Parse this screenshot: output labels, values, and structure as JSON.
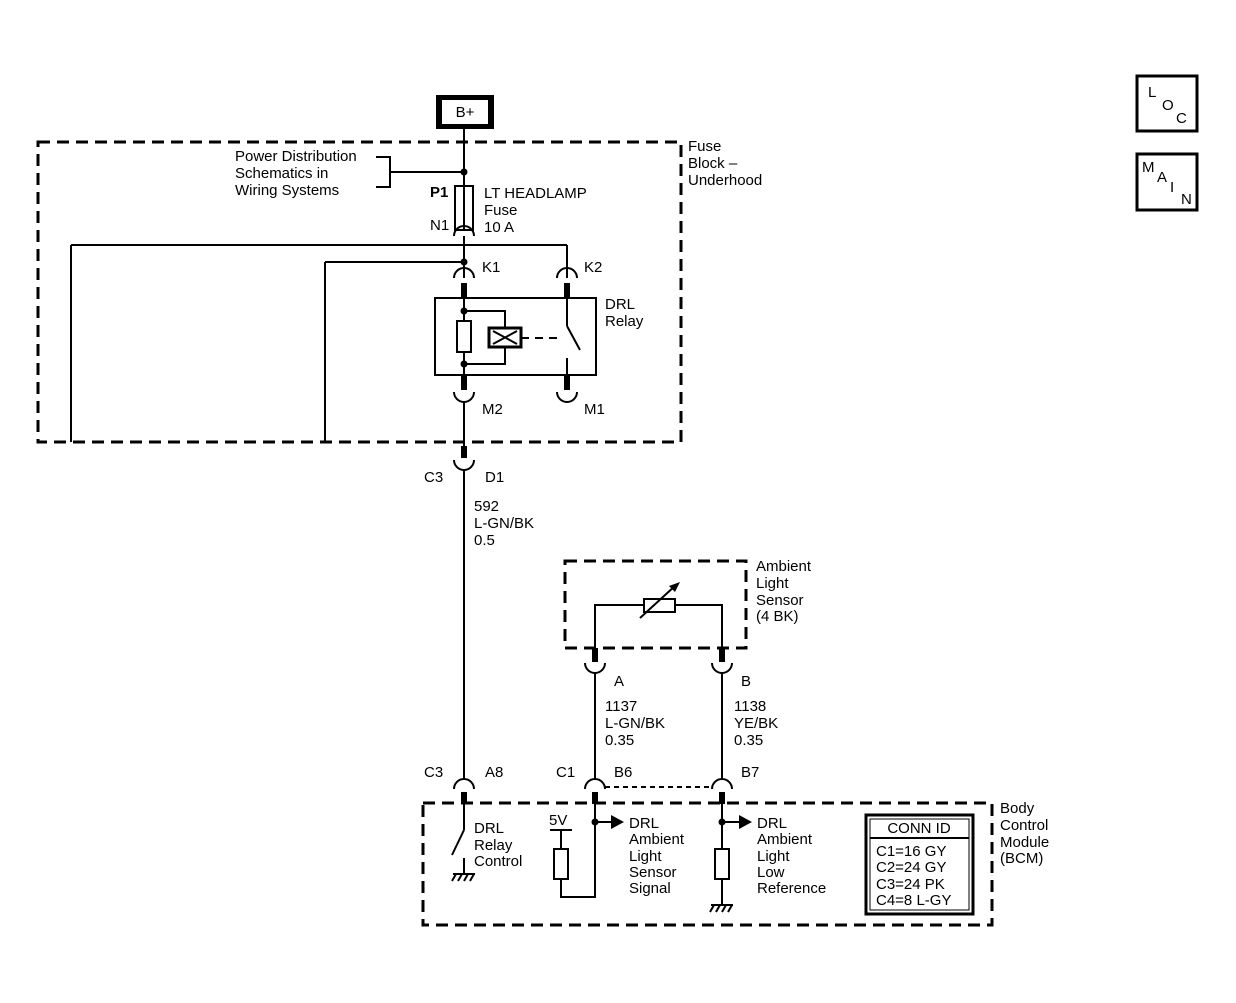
{
  "battery": {
    "label": "B+"
  },
  "nav": {
    "loc": [
      "L",
      "O",
      "C"
    ],
    "main": [
      "M",
      "A",
      "I",
      "N"
    ]
  },
  "fuse_block": {
    "title": [
      "Fuse",
      "Block –",
      "Underhood"
    ],
    "power_ref": [
      "Power Distribution",
      "Schematics in",
      "Wiring Systems"
    ],
    "fuse_pin_in": "P1",
    "fuse_pin_out": "N1",
    "fuse_name": [
      "LT HEADLAMP",
      "Fuse",
      "10 A"
    ]
  },
  "relay": {
    "title": [
      "DRL",
      "Relay"
    ],
    "pins": {
      "k1": "K1",
      "k2": "K2",
      "m2": "M2",
      "m1": "M1"
    }
  },
  "connector_c3_d1": {
    "conn": "C3",
    "pin": "D1"
  },
  "wire_592": {
    "circuit": "592",
    "color": "L-GN/BK",
    "gauge": "0.5"
  },
  "sensor": {
    "title": [
      "Ambient",
      "Light",
      "Sensor",
      "(4 BK)"
    ],
    "pin_a": "A",
    "pin_b": "B"
  },
  "wire_1137": {
    "circuit": "1137",
    "color": "L-GN/BK",
    "gauge": "0.35"
  },
  "wire_1138": {
    "circuit": "1138",
    "color": "YE/BK",
    "gauge": "0.35"
  },
  "bcm_connectors": {
    "c3": "C3",
    "a8": "A8",
    "c1": "C1",
    "b6": "B6",
    "b7": "B7"
  },
  "bcm": {
    "title": [
      "Body",
      "Control",
      "Module",
      "(BCM)"
    ],
    "relay_control": [
      "DRL",
      "Relay",
      "Control"
    ],
    "voltage": "5V",
    "sensor_signal": [
      "DRL",
      "Ambient",
      "Light",
      "Sensor",
      "Signal"
    ],
    "low_reference": [
      "DRL",
      "Ambient",
      "Light",
      "Low",
      "Reference"
    ]
  },
  "conn_id": {
    "header": "CONN ID",
    "rows": [
      "C1=16 GY",
      "C2=24 GY",
      "C3=24 PK",
      "C4=8 L-GY"
    ]
  }
}
